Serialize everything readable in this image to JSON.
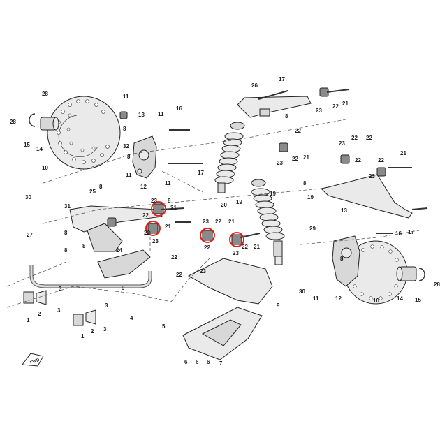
{
  "diagram": {
    "labels": [
      "1",
      "2",
      "3",
      "4",
      "5",
      "6",
      "7",
      "8",
      "9",
      "10",
      "11",
      "12",
      "13",
      "14",
      "15",
      "16",
      "17",
      "19",
      "20",
      "21",
      "22",
      "23",
      "24",
      "25",
      "26",
      "27",
      "28",
      "29",
      "30",
      "31",
      "32"
    ],
    "forward_label": "FWD",
    "highlight_color": "#e2231a"
  }
}
